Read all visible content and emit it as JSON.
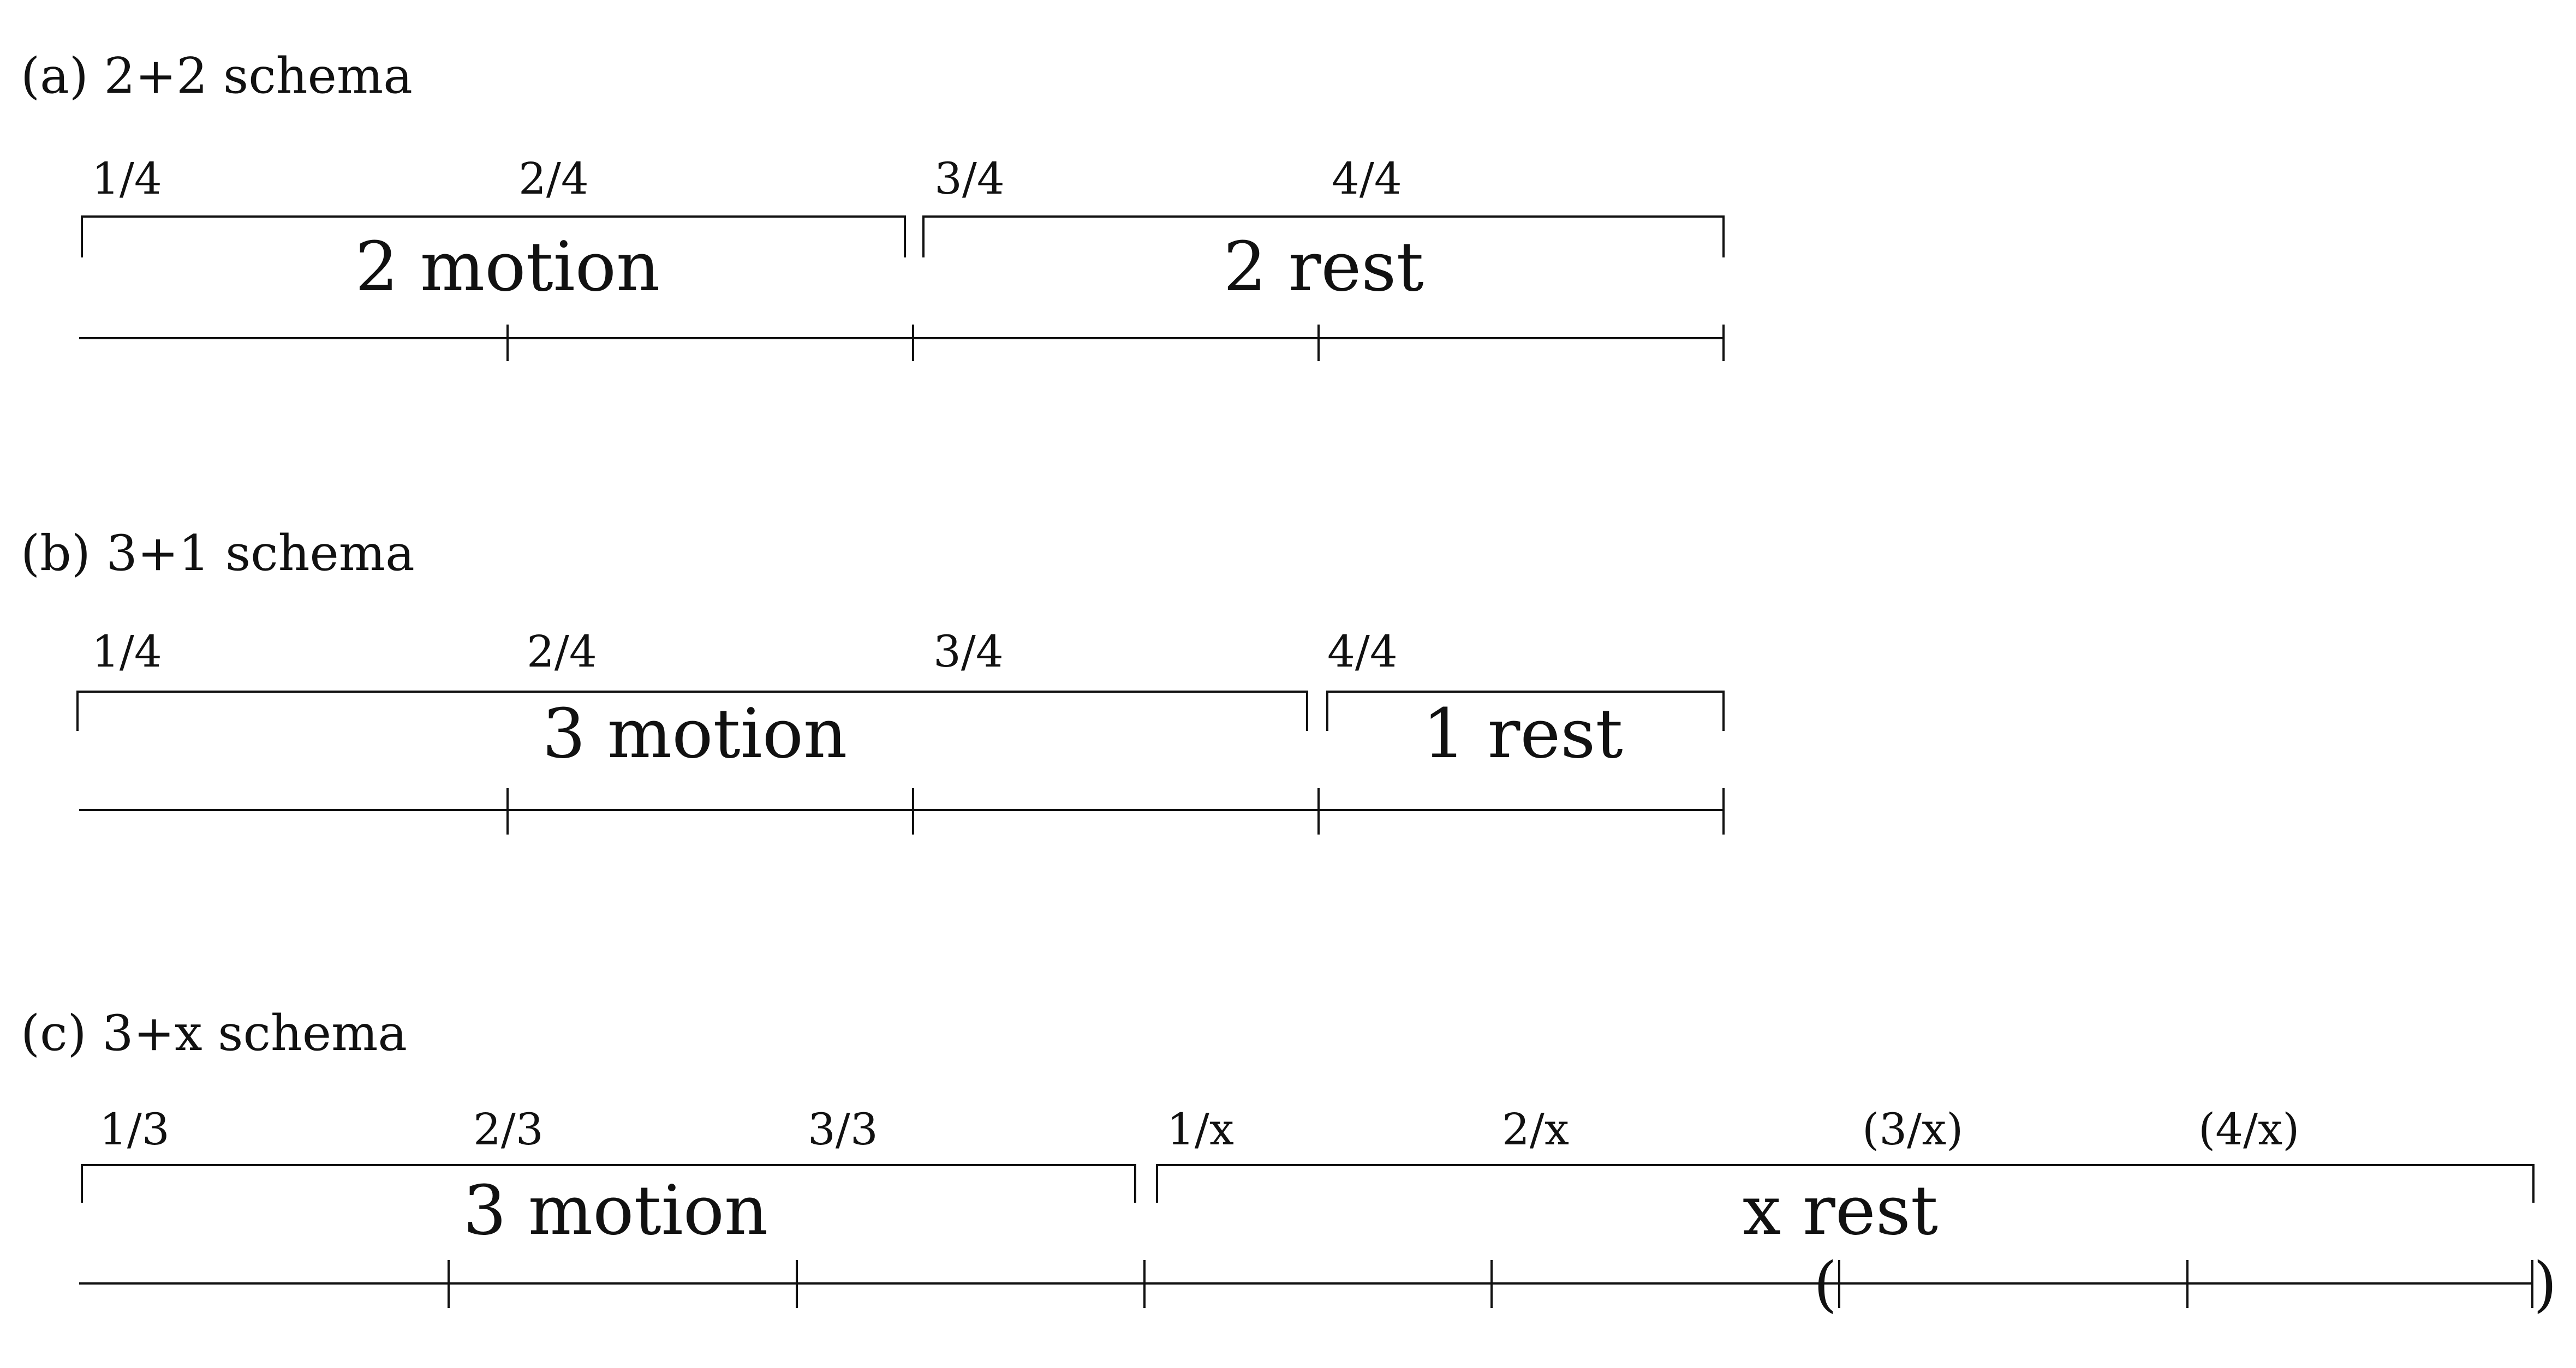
{
  "panels": [
    {
      "id": "a",
      "title": "(a) 2+2 schema",
      "beats": [
        "1/4",
        "2/4",
        "3/4",
        "4/4"
      ],
      "brackets": [
        {
          "label": "2 motion",
          "span": [
            0,
            2
          ]
        },
        {
          "label": "2 rest",
          "span": [
            2,
            4
          ]
        }
      ],
      "parens": []
    },
    {
      "id": "b",
      "title": "(b) 3+1 schema",
      "beats": [
        "1/4",
        "2/4",
        "3/4",
        "4/4"
      ],
      "brackets": [
        {
          "label": "3 motion",
          "span": [
            0,
            3
          ]
        },
        {
          "label": "1 rest",
          "span": [
            3,
            4
          ]
        }
      ],
      "parens": []
    },
    {
      "id": "c",
      "title": "(c) 3+x schema",
      "beats": [
        "1/3",
        "2/3",
        "3/3",
        "1/x",
        "2/x",
        "(3/x)",
        "(4/x)"
      ],
      "brackets": [
        {
          "label": "3 motion",
          "span": [
            0,
            3
          ]
        },
        {
          "label": "x rest",
          "span": [
            3,
            7
          ]
        }
      ],
      "parens": [
        "(",
        ")"
      ]
    }
  ]
}
